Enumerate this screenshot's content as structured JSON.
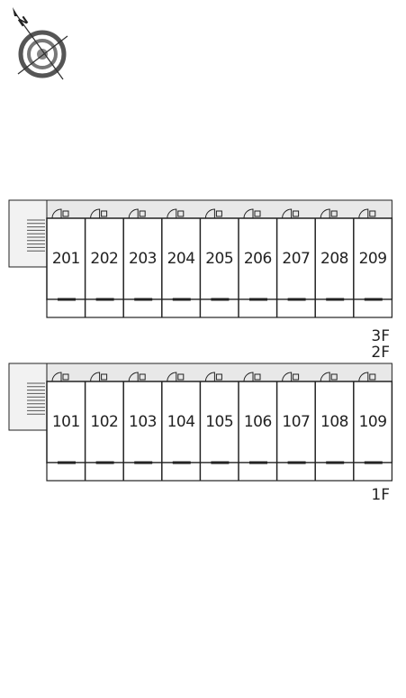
{
  "compass": {
    "label": "N",
    "icon": "compass-icon"
  },
  "floors": [
    {
      "name": "2F",
      "units": [
        "201",
        "202",
        "203",
        "204",
        "205",
        "206",
        "207",
        "208",
        "209"
      ]
    },
    {
      "name": "1F",
      "units": [
        "101",
        "102",
        "103",
        "104",
        "105",
        "106",
        "107",
        "108",
        "109"
      ]
    }
  ],
  "floor_labels": {
    "upper": "3F",
    "middle": "2F",
    "lower": "1F"
  },
  "colors": {
    "corridor": "#e8e8e8",
    "line": "#222222",
    "stair": "#bbbbbb"
  }
}
